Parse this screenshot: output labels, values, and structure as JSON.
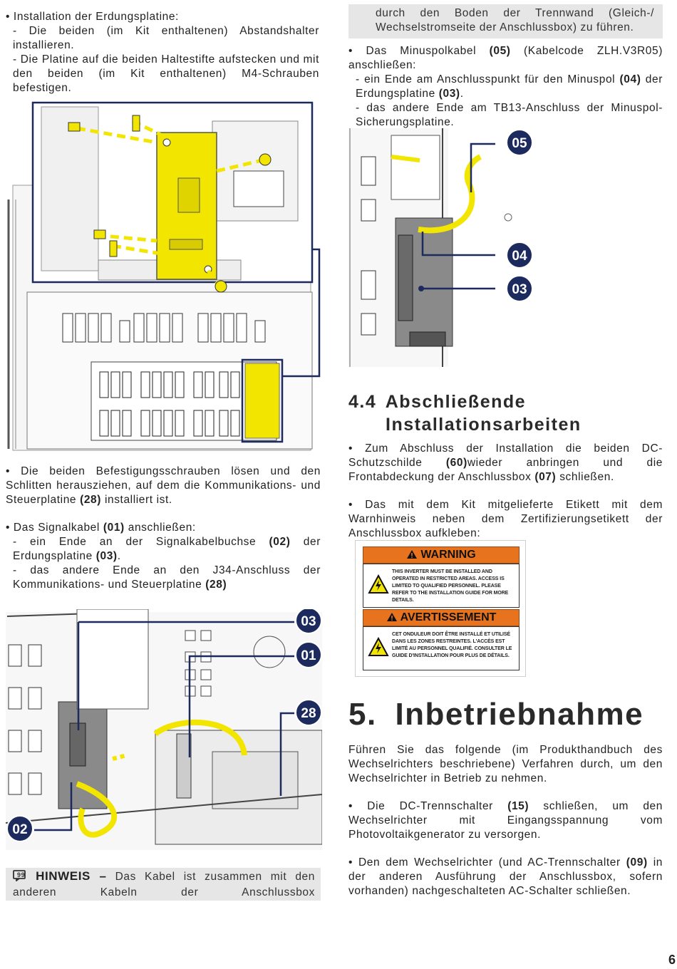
{
  "left": {
    "p1": {
      "bullet": "• Installation der Erdungsplatine:",
      "line1": "- Die beiden (im Kit enthaltenen) Abstandshalter installieren.",
      "line2": "- Die Platine auf die beiden Haltestifte aufstecken und mit den beiden (im Kit enthaltenen) M4-Schrauben befestigen."
    },
    "p2": {
      "pre": "• Die beiden Befestigungsschrauben lösen und den Schlitten herausziehen, auf dem die Kommunikations- und Steuerplatine ",
      "ref": "(28)",
      "post": " installiert ist."
    },
    "p3": {
      "pre": "• Das Signalkabel ",
      "ref": "(01)",
      "post": " anschließen:",
      "l1_pre": "- ein Ende an der Signalkabelbuchse ",
      "l1_ref": "(02)",
      "l1_post": " der Erdungsplatine ",
      "l1_ref2": "(03)",
      "l1_end": ".",
      "l2_pre": "- das andere Ende an den J34-Anschluss der Kommunikations- und Steuerplatine ",
      "l2_ref": "(28)"
    },
    "note": {
      "label": "HINWEIS –",
      "text": " Das Kabel ist zusammen mit den anderen Kabeln der Anschlussbox"
    },
    "fig2_callouts": [
      "03",
      "01",
      "28",
      "02"
    ]
  },
  "right": {
    "top_continuation": "durch den Boden der Trennwand (Gleich-/ Wechselstromseite der Anschlussbox) zu führen.",
    "p1": {
      "pre": "• Das Minuspolkabel ",
      "ref": "(05)",
      "post": " (Kabelcode ZLH.V3R05) anschließen:",
      "l1_pre": "- ein Ende am Anschlusspunkt für den Minuspol ",
      "l1_ref": "(04)",
      "l1_mid": " der Erdungsplatine ",
      "l1_ref2": "(03)",
      "l1_end": ".",
      "l2": "- das andere Ende am TB13-Anschluss der Minuspol-Sicherungsplatine."
    },
    "fig3_callouts": [
      "05",
      "04",
      "03"
    ],
    "section44": {
      "number": "4.4",
      "title_line1": "Abschließende",
      "title_line2": "Installationsarbeiten"
    },
    "p2": {
      "pre": "• Zum Abschluss der Installation die beiden DC-Schutzschilde ",
      "ref": "(60)",
      "post": "wieder anbringen und die Frontabdeckung der Anschlussbox ",
      "ref2": "(07)",
      "end": " schließen."
    },
    "p3": "• Das mit dem Kit mitgelieferte Etikett mit dem Warnhinweis neben dem Zertifizierungsetikett der Anschlussbox aufkleben:",
    "label": {
      "warning_title": "WARNING",
      "warning_text": "THIS INVERTER MUST BE INSTALLED AND OPERATED IN RESTRICTED AREAS. ACCESS IS LIMITED TO QUALIFIED PERSONNEL. PLEASE REFER TO THE INSTALLATION GUIDE FOR MORE DETAILS.",
      "avert_title": "AVERTISSEMENT",
      "avert_text": "CET ONDULEUR DOIT ÊTRE INSTALLÉ ET UTILISÉ DANS LES ZONES RESTREINTES. L'ACCÈS EST LIMITÉ AU PERSONNEL QUALIFIÉ. CONSULTER LE GUIDE D'INSTALLATION POUR PLUS DE DÉTAILS."
    },
    "section5": {
      "number": "5.",
      "title": "Inbetriebnahme"
    },
    "p4": "Führen Sie das folgende (im Produkthandbuch des Wechselrichters beschriebene) Verfahren durch, um den Wechselrichter in Betrieb zu nehmen.",
    "p5": {
      "pre": "• Die DC-Trennschalter ",
      "ref": "(15)",
      "post": " schließen, um den Wechselrichter mit Eingangsspannung vom Photovoltaikgenerator zu versorgen."
    },
    "p6": {
      "pre": "• Den dem Wechselrichter (und AC-Trennschalter ",
      "ref": "(09)",
      "post": " in der anderen Ausführung der Anschlussbox, sofern vorhanden) nachgeschalteten AC-Schalter schließen."
    }
  },
  "page_number": "6",
  "colors": {
    "callout_navy": "#1c2a5e",
    "highlight_yellow": "#f2e600",
    "warning_orange": "#e8731f",
    "note_grey": "#e6e6e6"
  }
}
